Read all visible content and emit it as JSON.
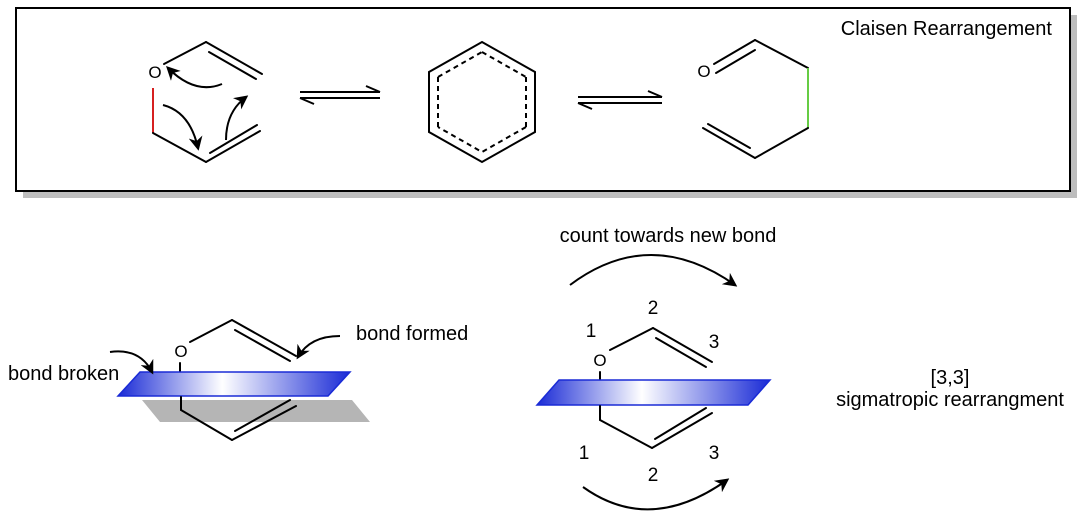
{
  "title": "Claisen Rearrangement",
  "atoms": {
    "oxygen": "O"
  },
  "labels": {
    "bond_broken": "bond broken",
    "bond_formed": "bond formed",
    "count_towards": "count towards new bond",
    "sigmatropic_index": "[3,3]",
    "sigmatropic_name": "sigmatropic rearrangment"
  },
  "numbering": {
    "top_1": "1",
    "top_2": "2",
    "top_3": "3",
    "bottom_1": "1",
    "bottom_2": "2",
    "bottom_3": "3"
  },
  "colors": {
    "broken_bond": "#d62020",
    "formed_bond": "#66cc44",
    "plane": "#1a2bd6"
  }
}
